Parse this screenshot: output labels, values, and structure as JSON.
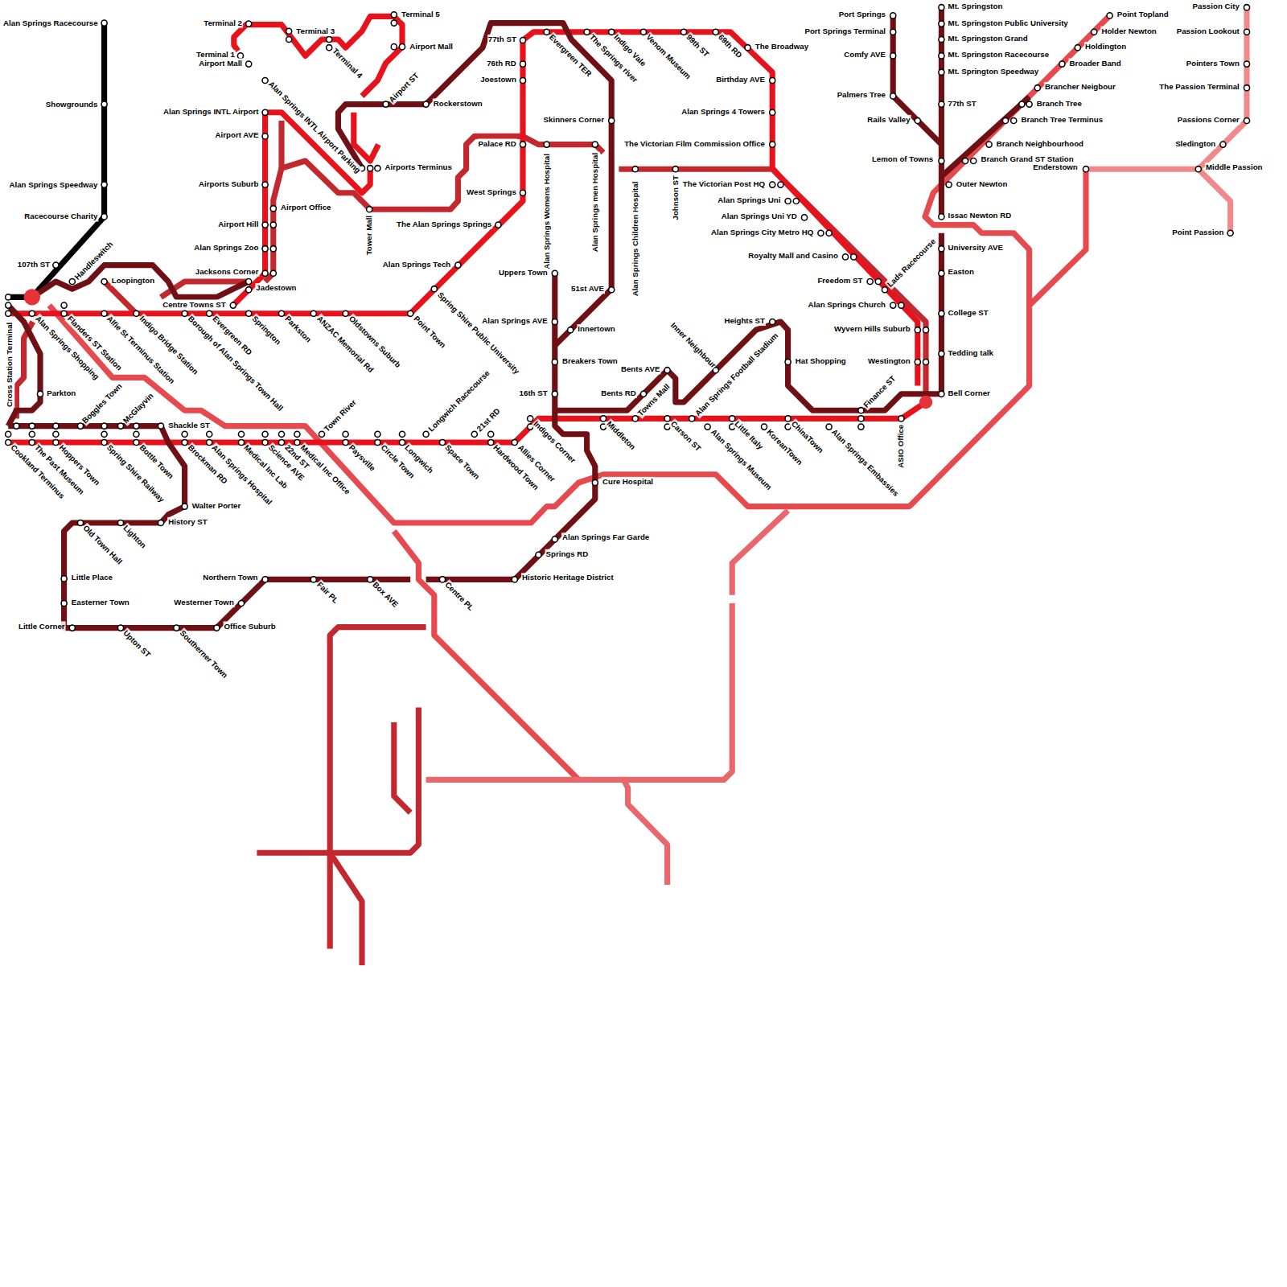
{
  "diagram": {
    "labels": [
      "Alan Springs Racecourse",
      "Showgrounds",
      "Alan Springs Speedway",
      "Racecourse Charity",
      "107th ST",
      "Handleswitch",
      "Loopington",
      "Terminal 2",
      "Terminal 3",
      "Terminal 5",
      "Terminal 1",
      "Airport Mall",
      "Terminal 4",
      "Airport Mall",
      "Airport ST",
      "Rockerstown",
      "Alan Springs INTL Airport Parking",
      "Alan Springs INTL Airport",
      "Airport AVE",
      "Airports Suburb",
      "Airport Office",
      "Airport Hill",
      "Alan Springs Zoo",
      "Jacksons Corner",
      "Jadestown",
      "Airports Terminus",
      "Tower Mall",
      "Centre Towns ST",
      "Alan Springs Shopping",
      "Flanders ST Station",
      "Alfie St Terminus Station",
      "Indigo Bridge Station",
      "Borough of Alan Springs Town Hall",
      "Evergreen RD",
      "Springton",
      "Parkston",
      "ANZAC Memorial Rd",
      "Oldstowns Suburb",
      "Point Town",
      "Spring Shire Public University",
      "Alan Springs Tech",
      "The Alan Springs Springs",
      "West Springs",
      "Palace RD",
      "Joestown",
      "76th RD",
      "77th ST",
      "Evergreen TER",
      "The Springs river",
      "Indigo Vale",
      "Venom Museum",
      "99th ST",
      "69th RD",
      "The Broadway",
      "Birthday AVE",
      "Alan Springs 4 Towers",
      "The Victorian Film Commission Office",
      "Skinners Corner",
      "Alan Springs Womens Hospital",
      "Alan Springs men Hospital",
      "Alan Springs Children Hospital",
      "Johnson ST",
      "The Victorian Post HQ",
      "51st AVE",
      "Uppers Town",
      "Alan Springs AVE",
      "Innertown",
      "Breakers Town",
      "16th ST",
      "Bents AVE",
      "Bents RD",
      "Towns Mall",
      "Inner Neighbour",
      "Alan Springs Football Stadium",
      "Heights ST",
      "Hat Shopping",
      "Alan Springs Uni",
      "Alan Springs Uni YD",
      "Alan Springs City Metro HQ",
      "Royalty Mall and Casino",
      "Freedom ST",
      "Lads Racecourse",
      "Alan Springs Church",
      "Wyvern Hills Suburb",
      "Westington",
      "Finance ST",
      "ASIO Office",
      "Port Springs",
      "Port Springs Terminal",
      "Comfy AVE",
      "Palmers Tree",
      "Rails Valley",
      "Lemon of Towns",
      "Mt. Springston",
      "Mt. Springston Public University",
      "Mt. Springston Grand",
      "Mt. Springston Racecourse",
      "Mt. Springton Speedway",
      "77th ST",
      "Outer Newton",
      "Issac Newton RD",
      "University AVE",
      "Easton",
      "College ST",
      "Tedding talk",
      "Bell Corner",
      "Point Topland",
      "Holder Newton",
      "Holdington",
      "Broader Band",
      "Brancher Neigbour",
      "Branch Tree",
      "Branch Tree Terminus",
      "Branch Neighbourhood",
      "Branch Grand ST Station",
      "Enderstown",
      "Passion City",
      "Passion Lookout",
      "Pointers Town",
      "The Passion Terminal",
      "Passions Corner",
      "Sledington",
      "Middle Passion",
      "Point Passion",
      "Cross Station Terminal",
      "Parkton",
      "Cookland Terminus",
      "The Past Museum",
      "Hoppers Town",
      "Boggles Town",
      "McGlayvin",
      "Spring Shire Railway",
      "Bottle Town",
      "Shackle ST",
      "Brockman RD",
      "Alan Springs Hospital",
      "Medical Inc Lab",
      "Science AVE",
      "22nd ST",
      "Medical Inc Office",
      "Town River",
      "Paysville",
      "Circle Town",
      "Longwich",
      "Longwich Racecourse",
      "21st RD",
      "Space Town",
      "Hardwood Town",
      "Allies Corner",
      "Indigos Corner",
      "Middleton",
      "Carson ST",
      "Alan Springs Museum",
      "Little Italy",
      "KoreanTown",
      "ChinaTown",
      "Alan Springs Embassies",
      "Walter Porter",
      "History ST",
      "Lighton",
      "Old Town Hall",
      "Little Place",
      "Easterner Town",
      "Little Corner",
      "Upton ST",
      "Southerner Town",
      "Office Suburb",
      "Westerner Town",
      "Northern Town",
      "Fair PL",
      "Box AVE",
      "Centre PL",
      "Historic Heritage District",
      "Springs RD",
      "Alan Springs Far Garde",
      "Cure Hospital"
    ]
  }
}
